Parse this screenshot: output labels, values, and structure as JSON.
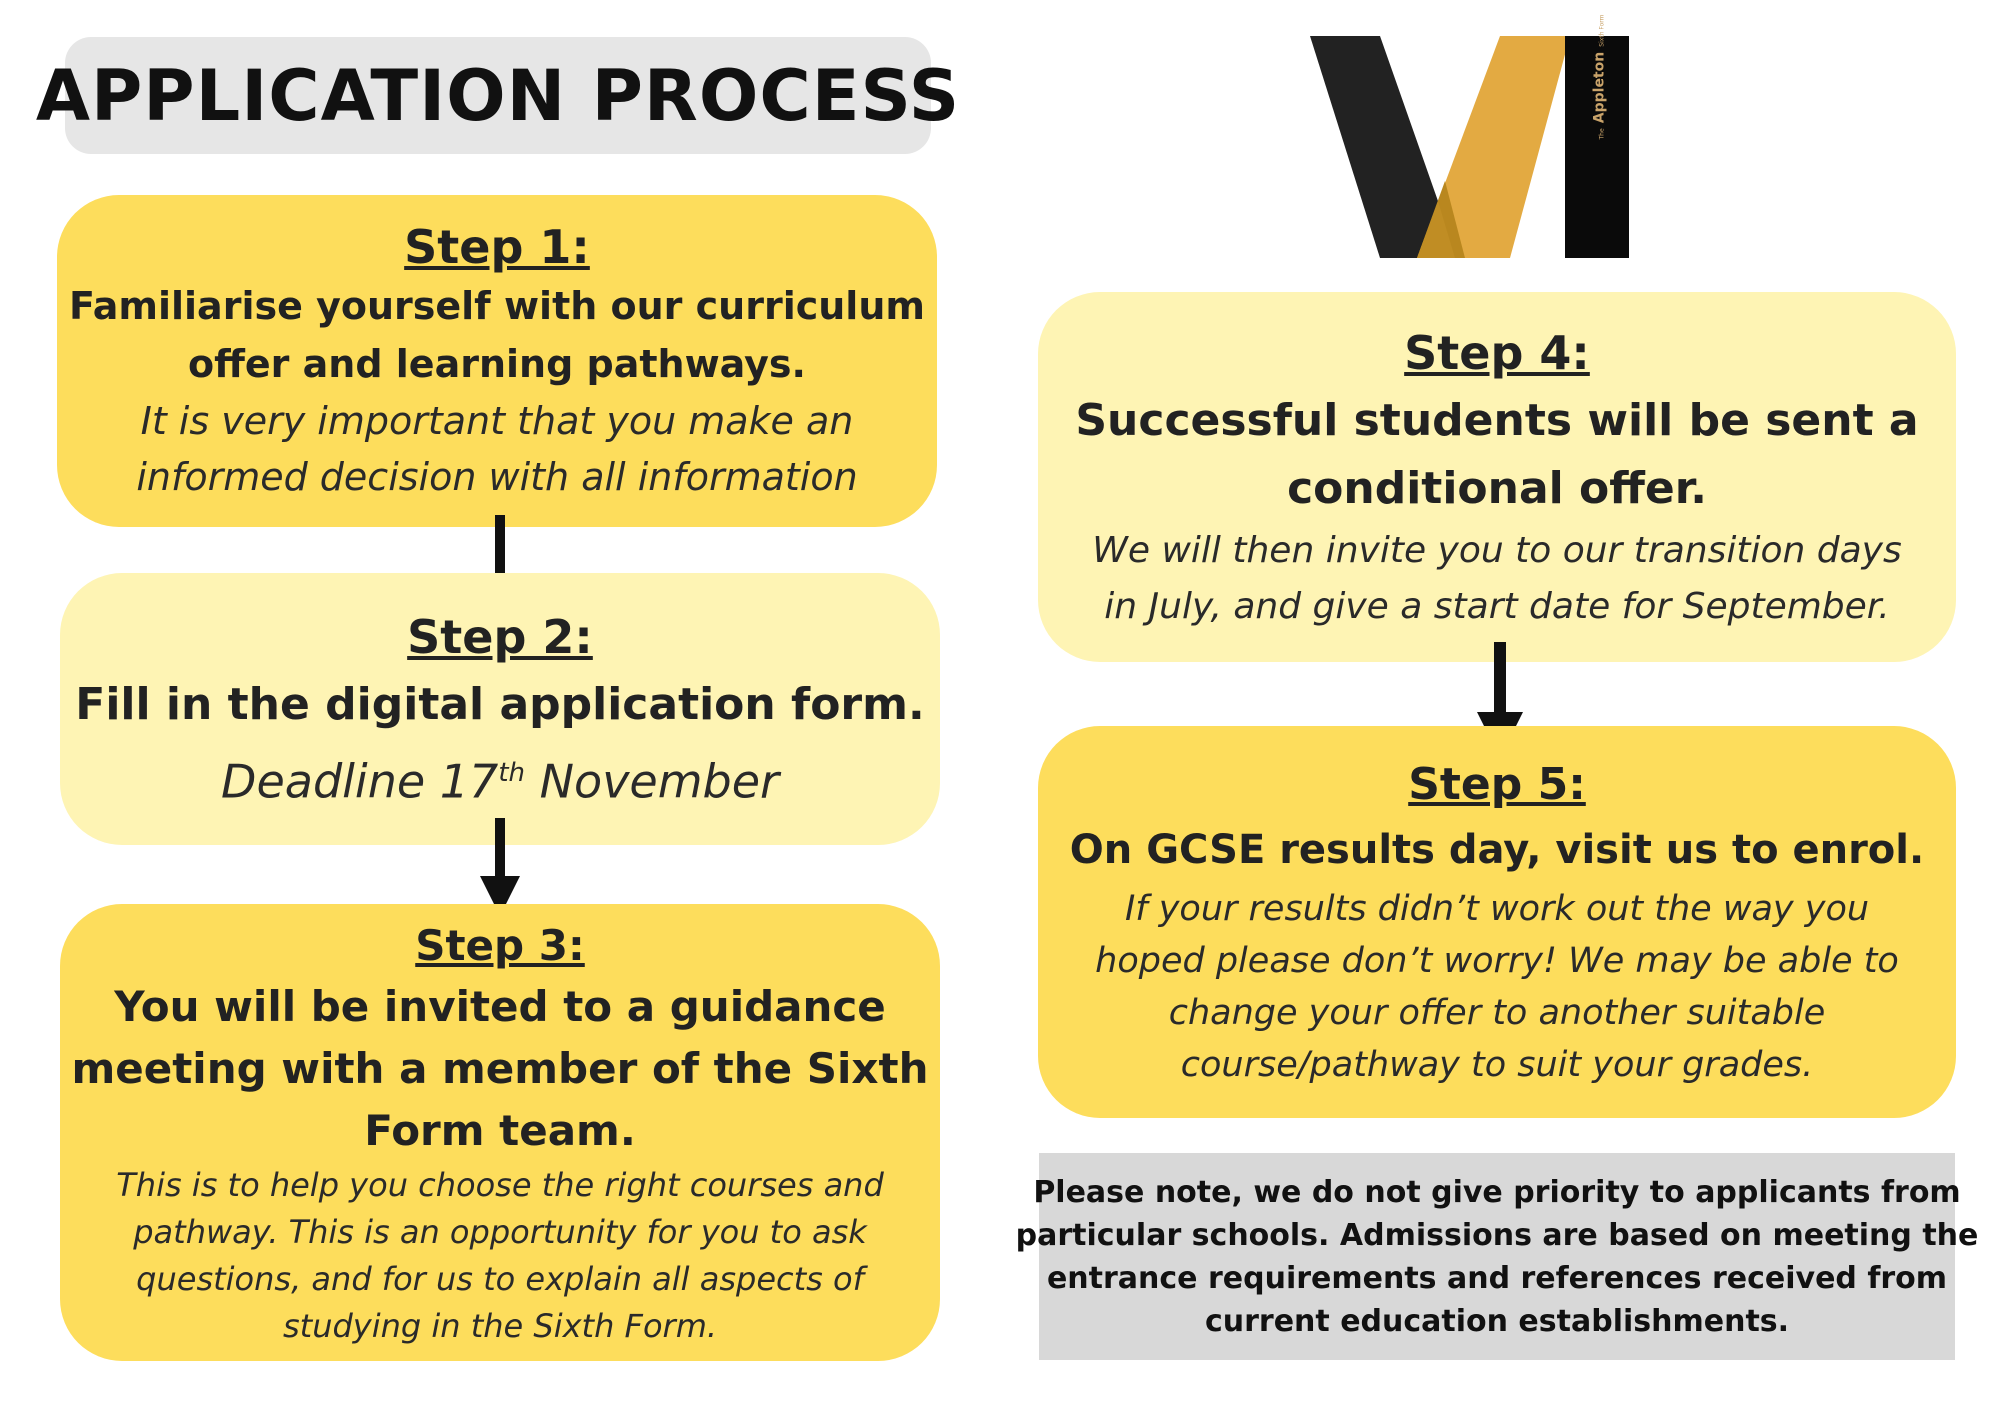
{
  "title": "APPLICATION PROCESS",
  "logo": {
    "text_small": "The",
    "text_name": "Appleton",
    "text_sub": "Sixth Form",
    "colors": {
      "dark": "#222222",
      "gold": "#e3aa42",
      "gold_dark": "#b9871f",
      "bar": "#0a0a0a"
    }
  },
  "colors": {
    "step_strong": "#fddd5c",
    "step_light": "#fef4b4",
    "note_bg": "#d8d8d8"
  },
  "steps": [
    {
      "title": "Step 1:",
      "main": [
        "Familiarise yourself with our curriculum",
        "offer and learning pathways."
      ],
      "note": [
        "It is very important that you make an",
        "informed decision with all information"
      ]
    },
    {
      "title": "Step 2:",
      "main": [
        "Fill in the digital application form."
      ],
      "deadline_pre": "Deadline 17",
      "deadline_sup": "th",
      "deadline_post": " November"
    },
    {
      "title": "Step 3:",
      "main": [
        "You will be invited to a guidance",
        "meeting with a member of the Sixth",
        "Form team."
      ],
      "note": [
        "This is to help you choose the right courses and",
        "pathway. This is an opportunity for you to ask",
        "questions, and for us to explain all aspects of",
        "studying in the Sixth Form."
      ]
    },
    {
      "title": "Step 4:",
      "main": [
        "Successful students will be sent a",
        "conditional offer."
      ],
      "note": [
        "We will then invite you to our transition days",
        "in July, and give a start date for September."
      ]
    },
    {
      "title": "Step 5:",
      "main": [
        "On GCSE results day, visit us to enrol."
      ],
      "note": [
        "If your results didn’t work out the way you",
        "hoped please don’t worry! We may be able to",
        "change your offer to another suitable",
        "course/pathway to suit your grades."
      ]
    }
  ],
  "notice": [
    "Please note, we do not give priority to applicants from",
    "particular schools. Admissions are based on meeting the",
    "entrance requirements and references received from",
    "current education establishments."
  ]
}
